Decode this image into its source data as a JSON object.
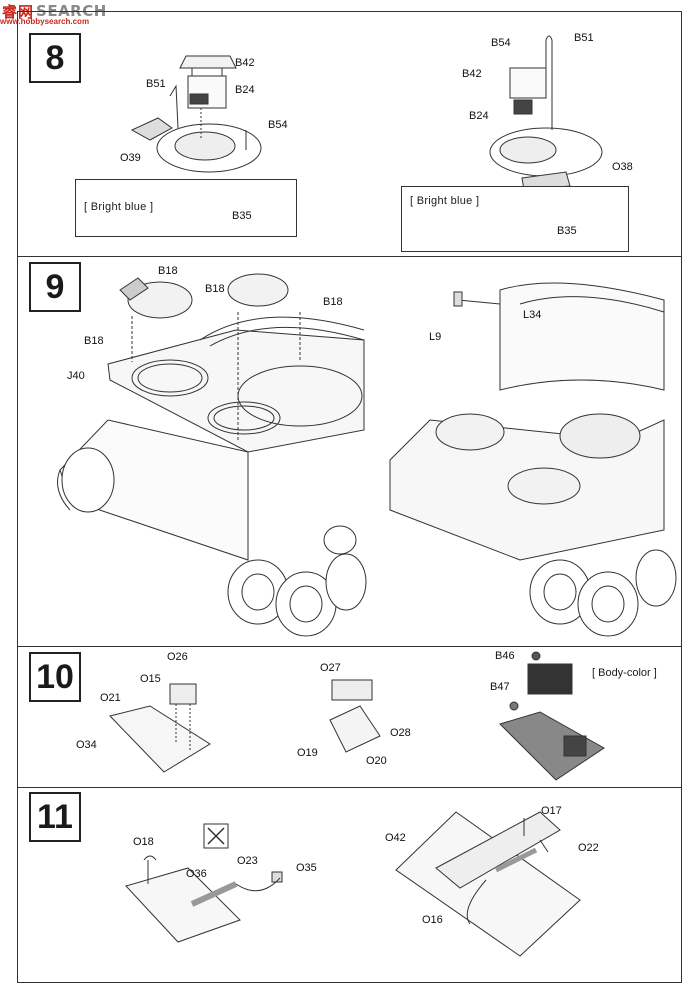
{
  "watermark": {
    "logo": "睿网",
    "name": "SEARCH",
    "url": "www.hobbysearch.com"
  },
  "steps": [
    {
      "number": "8",
      "note_left": "[ Bright blue ]",
      "note_right": "[ Bright blue ]",
      "left_labels": {
        "b42": "B42",
        "b51": "B51",
        "b24": "B24",
        "b54": "B54",
        "o39": "O39",
        "b35": "B35"
      },
      "right_labels": {
        "b54": "B54",
        "b51": "B51",
        "b42": "B42",
        "b24": "B24",
        "o38": "O38",
        "b35": "B35"
      }
    },
    {
      "number": "9",
      "left_labels": {
        "b18a": "B18",
        "b18b": "B18",
        "b18c": "B18",
        "b18d": "B18",
        "j40": "J40"
      },
      "right_labels": {
        "l9": "L9",
        "l34": "L34"
      }
    },
    {
      "number": "10",
      "note": "[ Body-color ]",
      "labels": {
        "o26": "O26",
        "o15": "O15",
        "o21": "O21",
        "o34": "O34",
        "o27": "O27",
        "o28": "O28",
        "o19": "O19",
        "o20": "O20",
        "b46": "B46",
        "b47": "B47"
      }
    },
    {
      "number": "11",
      "labels": {
        "o18": "O18",
        "o36": "O36",
        "o23": "O23",
        "o35": "O35",
        "o42": "O42",
        "o17": "O17",
        "o22": "O22",
        "o16": "O16"
      }
    }
  ],
  "icons": [
    "swap-arrows-icon",
    "swap-arrows-icon",
    "cut-tool-icon"
  ]
}
